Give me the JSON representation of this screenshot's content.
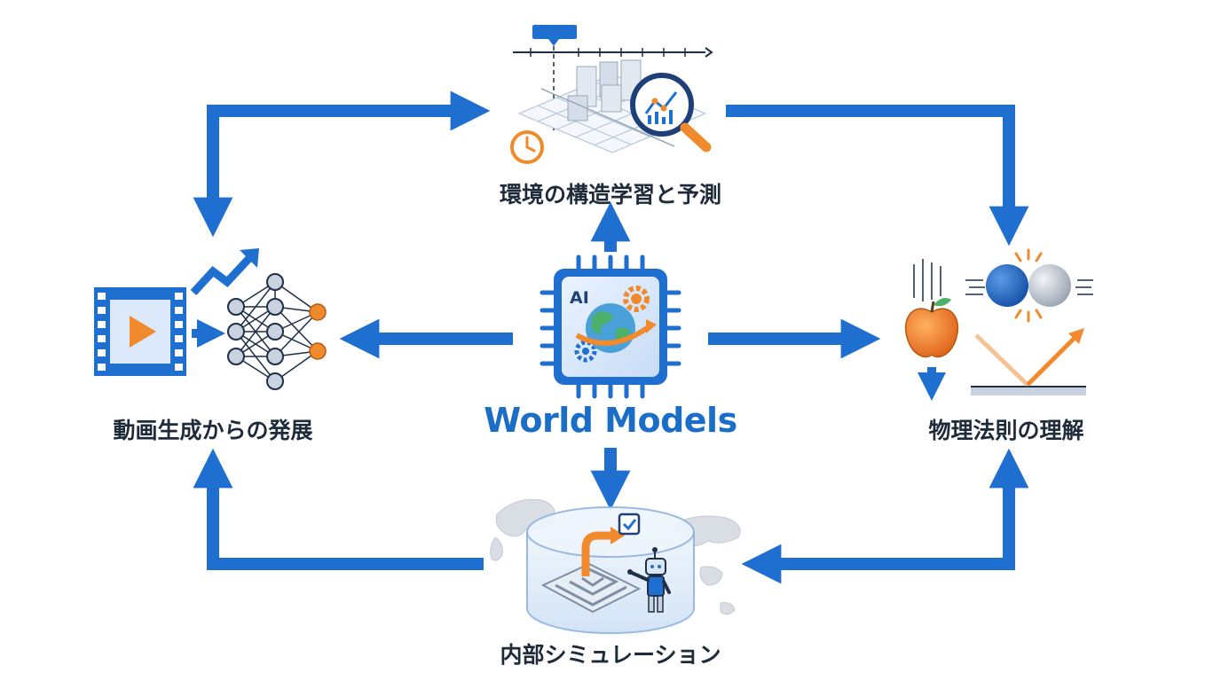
{
  "center": {
    "title": "World Models",
    "chip_text": "AI"
  },
  "nodes": {
    "top": {
      "label": "環境の構造学習と予測"
    },
    "left": {
      "label": "動画生成からの発展"
    },
    "right": {
      "label": "物理法則の理解"
    },
    "bottom": {
      "label": "内部シミュレーション"
    }
  },
  "colors": {
    "arrow": "#1e6fd0",
    "accent": "#f08a2c",
    "text": "#1f2a3a",
    "title": "#1a6ec8"
  },
  "icons": {
    "top": [
      "timeline-chart-icon",
      "clock-icon",
      "magnifier-icon"
    ],
    "left": [
      "film-play-icon",
      "neural-network-icon",
      "trend-up-icon"
    ],
    "right": [
      "falling-apple-icon",
      "colliding-spheres-icon",
      "reflection-angle-icon"
    ],
    "bottom": [
      "world-map-icon",
      "maze-cylinder-icon",
      "robot-icon",
      "checkbox-icon"
    ],
    "center": [
      "ai-chip-icon",
      "globe-icon",
      "gear-icon"
    ]
  }
}
